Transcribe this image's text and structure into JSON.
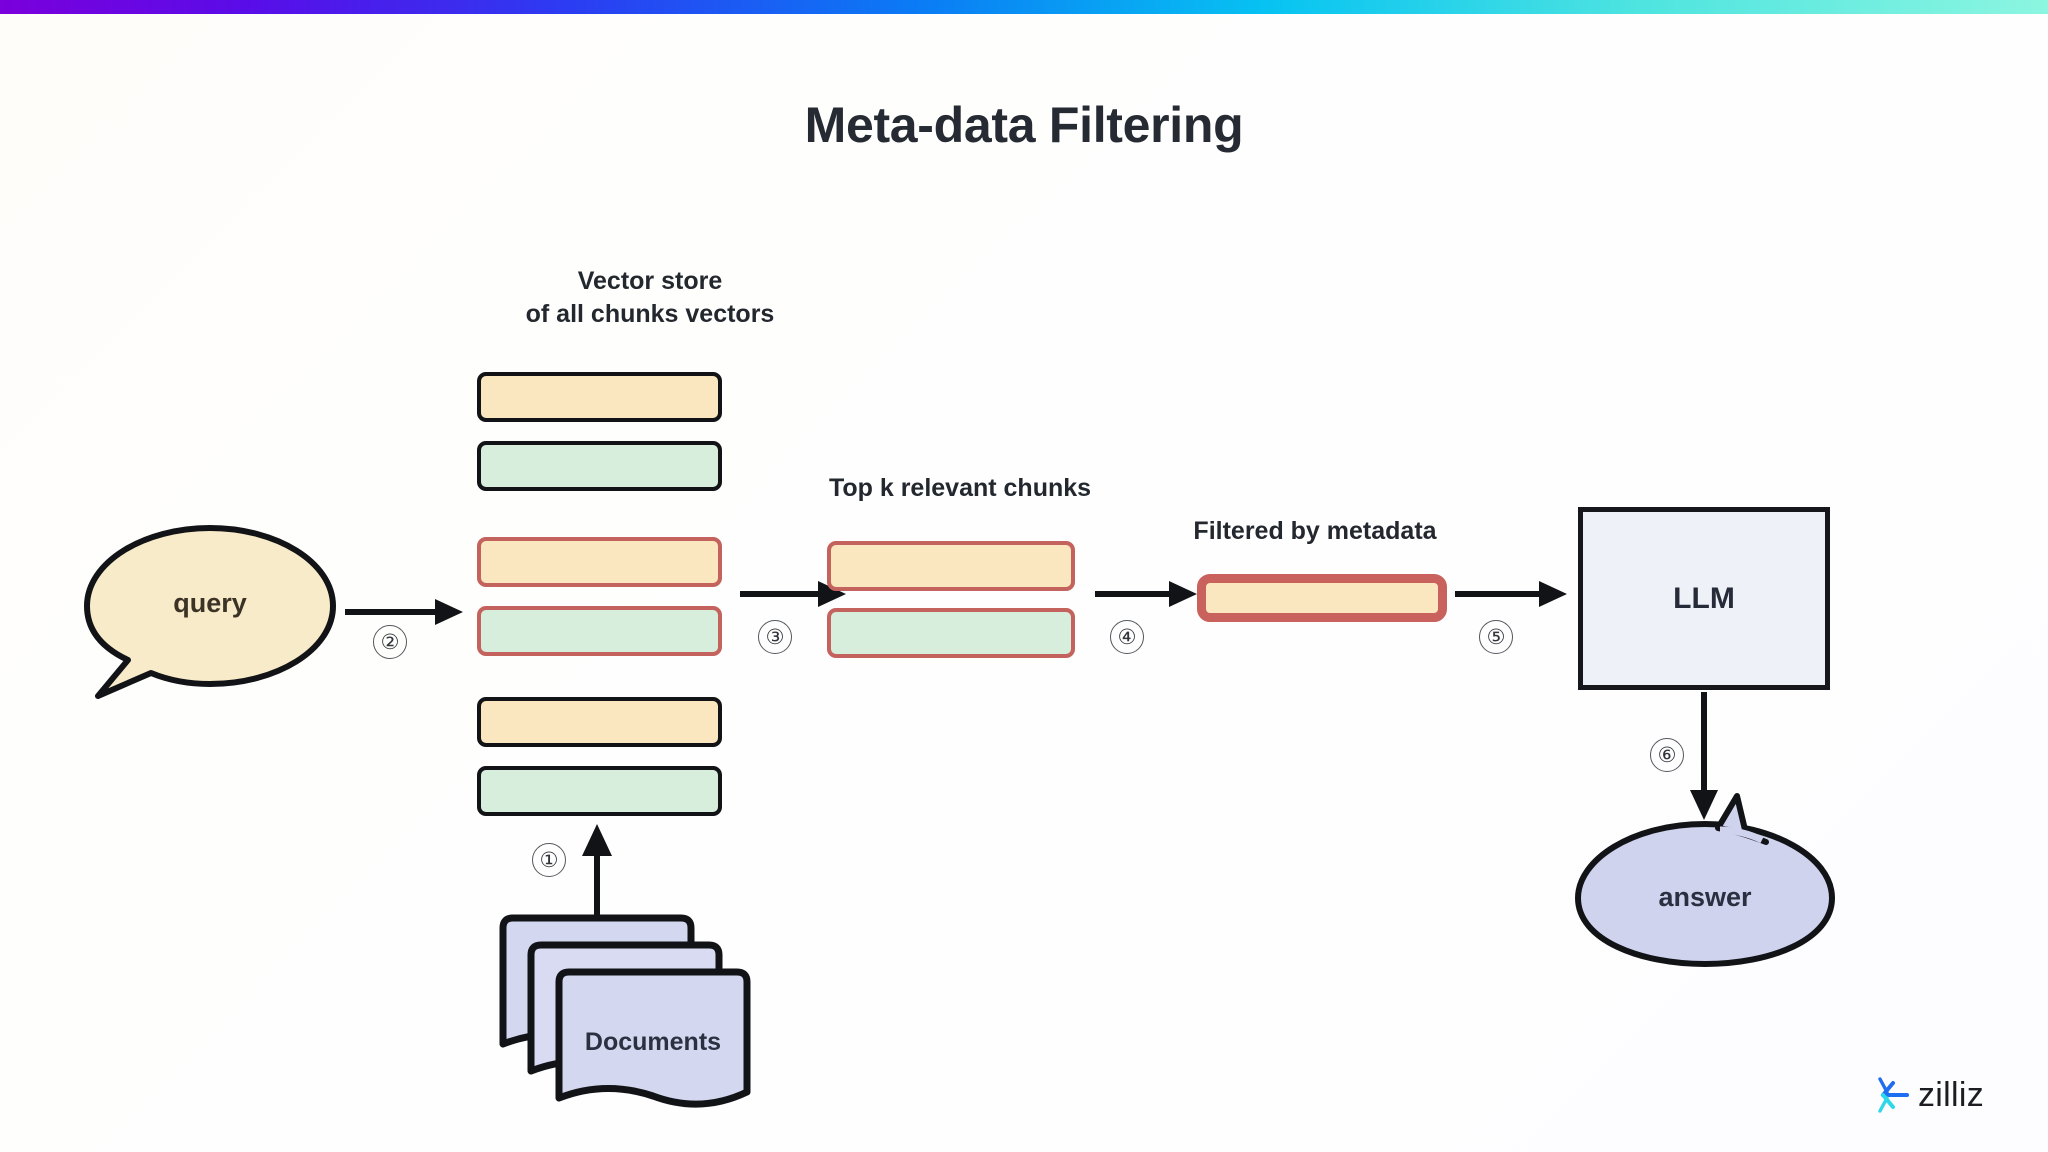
{
  "page": {
    "title": "Meta-data Filtering",
    "accent_gradient_start": "#7a00dc",
    "accent_gradient_end": "#8cf6e0",
    "background": "#ffffff"
  },
  "labels": {
    "vector_store": "Vector store\nof all chunks vectors",
    "top_k": "Top k relevant chunks",
    "filtered": "Filtered by metadata"
  },
  "nodes": {
    "query": "query",
    "llm": "LLM",
    "answer": "answer",
    "documents": "Documents"
  },
  "steps": [
    {
      "n": "①",
      "meaning": "documents-to-vector-store"
    },
    {
      "n": "②",
      "meaning": "query-to-vector-store"
    },
    {
      "n": "③",
      "meaning": "vector-store-to-top-k"
    },
    {
      "n": "④",
      "meaning": "top-k-to-filtered"
    },
    {
      "n": "⑤",
      "meaning": "filtered-to-llm"
    },
    {
      "n": "⑥",
      "meaning": "llm-to-answer"
    }
  ],
  "vector_store_chunks": [
    {
      "id": "vs-1",
      "fill": "orange",
      "border": "black"
    },
    {
      "id": "vs-2",
      "fill": "green",
      "border": "black"
    },
    {
      "id": "vs-3",
      "fill": "orange",
      "border": "red"
    },
    {
      "id": "vs-4",
      "fill": "green",
      "border": "red"
    },
    {
      "id": "vs-5",
      "fill": "orange",
      "border": "black"
    },
    {
      "id": "vs-6",
      "fill": "green",
      "border": "black"
    }
  ],
  "topk_chunks": [
    {
      "id": "tk-1",
      "fill": "orange",
      "border": "red"
    },
    {
      "id": "tk-2",
      "fill": "green",
      "border": "red"
    }
  ],
  "filtered_chunks": [
    {
      "id": "fl-1",
      "fill": "orange",
      "border": "red-thick"
    }
  ],
  "colors": {
    "chunk_orange": "#fbe7bf",
    "chunk_green": "#d8eedd",
    "chunk_border_black": "#111316",
    "chunk_border_red": "#c4635e",
    "query_fill": "#f8ebc9",
    "answer_fill": "#cfd3ee",
    "llm_fill": "#eff1f8",
    "documents_fill": "#d3d7ef",
    "ink": "#111316"
  },
  "brand": {
    "name": "zilliz",
    "mark_color_a": "#1f6df0",
    "mark_color_b": "#2fd8e8"
  }
}
